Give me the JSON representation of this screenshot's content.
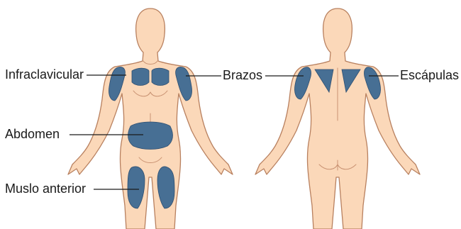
{
  "labels": {
    "infraclavicular": "Infraclavicular",
    "abdomen": "Abdomen",
    "thigh": "Muslo anterior",
    "arms": "Brazos",
    "scapulae": "Escápulas"
  },
  "colors": {
    "skin": "#fbd8b9",
    "outline": "#b8805f",
    "zone": "#476f94"
  }
}
